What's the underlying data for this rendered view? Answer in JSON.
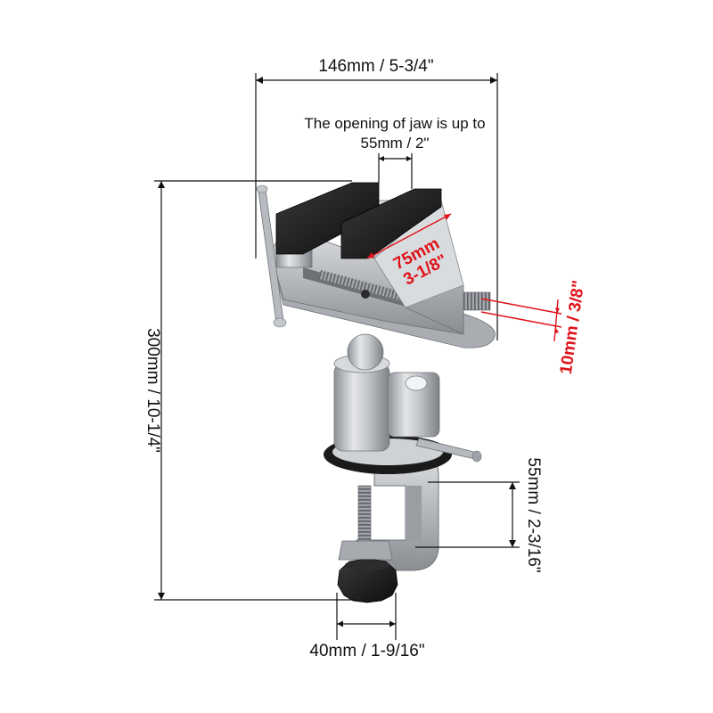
{
  "dimensions": {
    "width": "146mm / 5-3/4\"",
    "jaw_opening_line1": "The opening of jaw is up to",
    "jaw_opening_line2": "55mm / 2\"",
    "jaw_width_line1": "75mm",
    "jaw_width_line2": "3-1/8\"",
    "jaw_depth": "10mm / 3/8\"",
    "height": "300mm / 10-1/4\"",
    "clamp_opening": "55mm / 2-3/16\"",
    "base_width": "40mm / 1-9/16\""
  },
  "colors": {
    "dimension_text": "#111111",
    "highlight_text": "#e0131a",
    "metal": "#b9bcc0",
    "jaw_pad": "#1a1a1a"
  },
  "icons": {
    "product": "bench-vise-with-clamp"
  }
}
